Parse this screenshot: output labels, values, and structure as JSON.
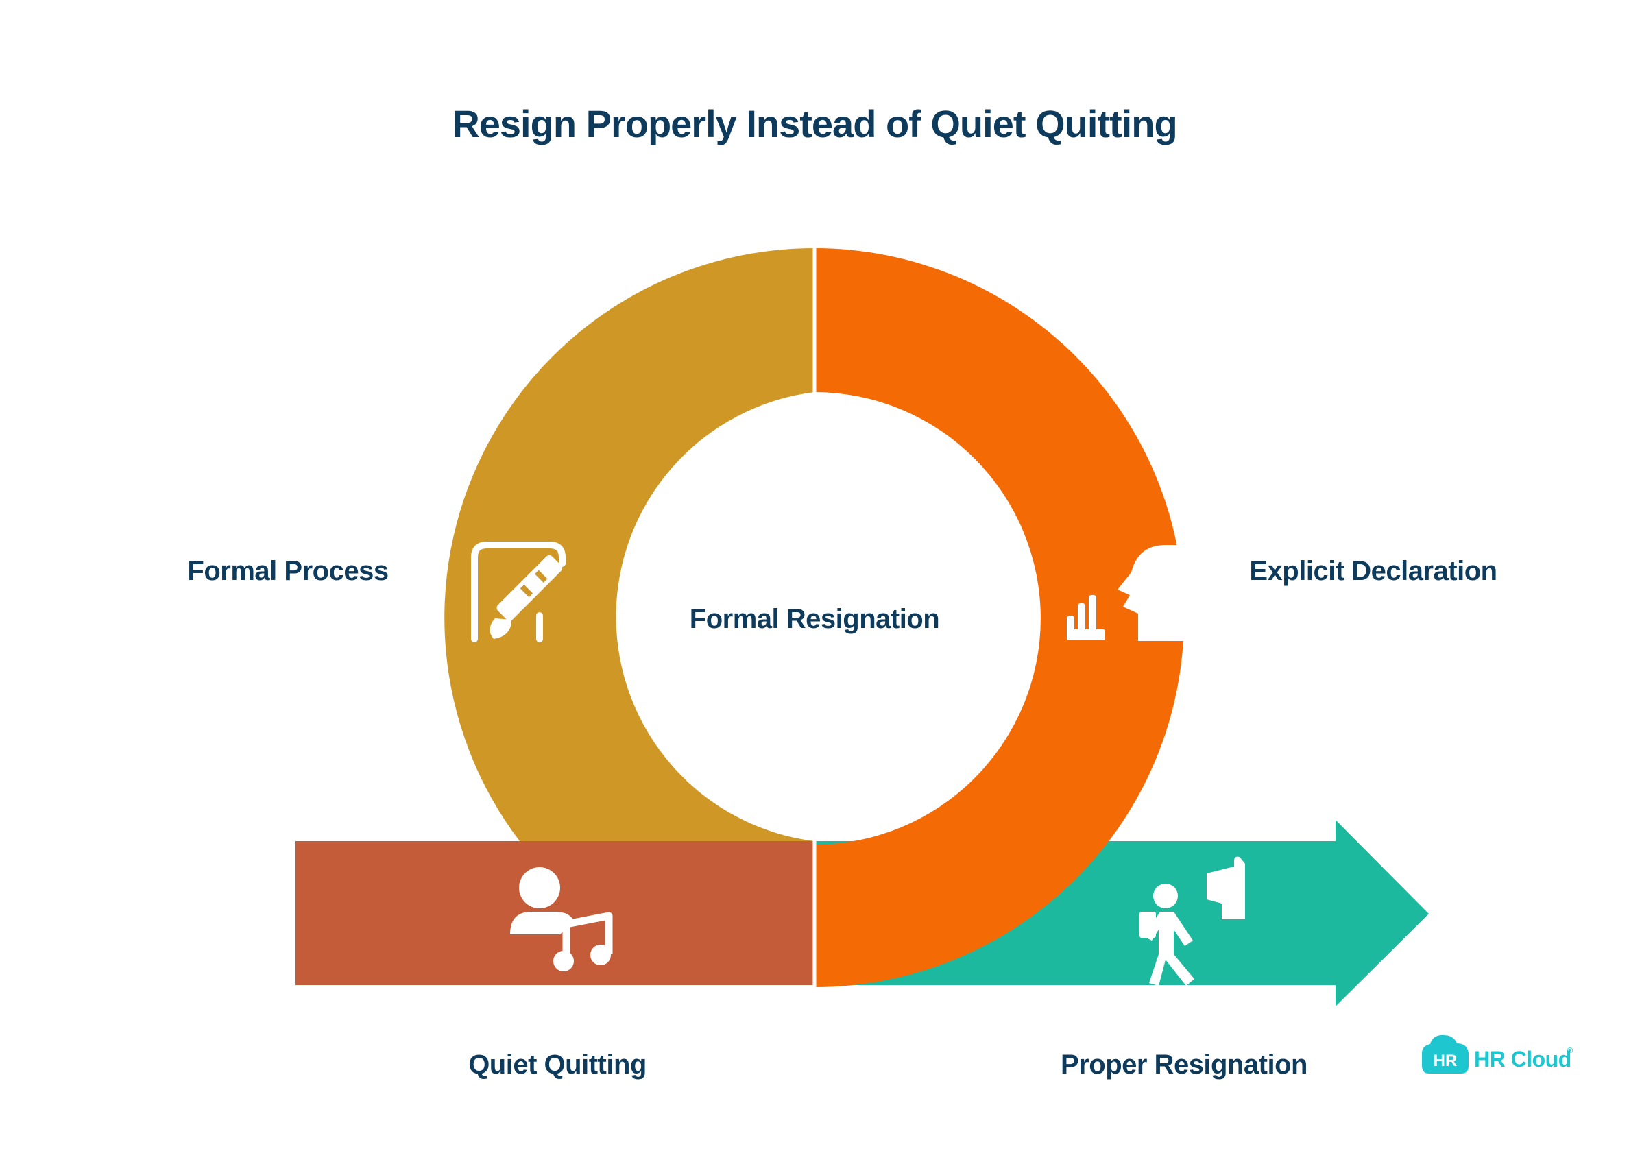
{
  "title": "Resign Properly Instead of Quiet Quitting",
  "center_label": "Formal Resignation",
  "labels": {
    "formal_process": "Formal Process",
    "explicit_declaration": "Explicit Declaration",
    "quiet_quitting": "Quiet Quitting",
    "proper_resignation": "Proper Resignation"
  },
  "logo": {
    "badge": "HR",
    "text": "HR Cloud",
    "mark": "®"
  },
  "icons": {
    "formal_process": "signing-pen-icon",
    "explicit_declaration": "speaking-declaration-icon",
    "quiet_quitting": "person-music-icon",
    "proper_resignation": "person-walking-away-icon"
  },
  "colors": {
    "title_text": "#0e3a5b",
    "formal_process_segment": "#cf9826",
    "explicit_declaration_segment": "#f46a05",
    "quiet_quitting_bar": "#c55c39",
    "proper_resignation_arrow": "#1db99e",
    "logo": "#1ec6cf"
  }
}
